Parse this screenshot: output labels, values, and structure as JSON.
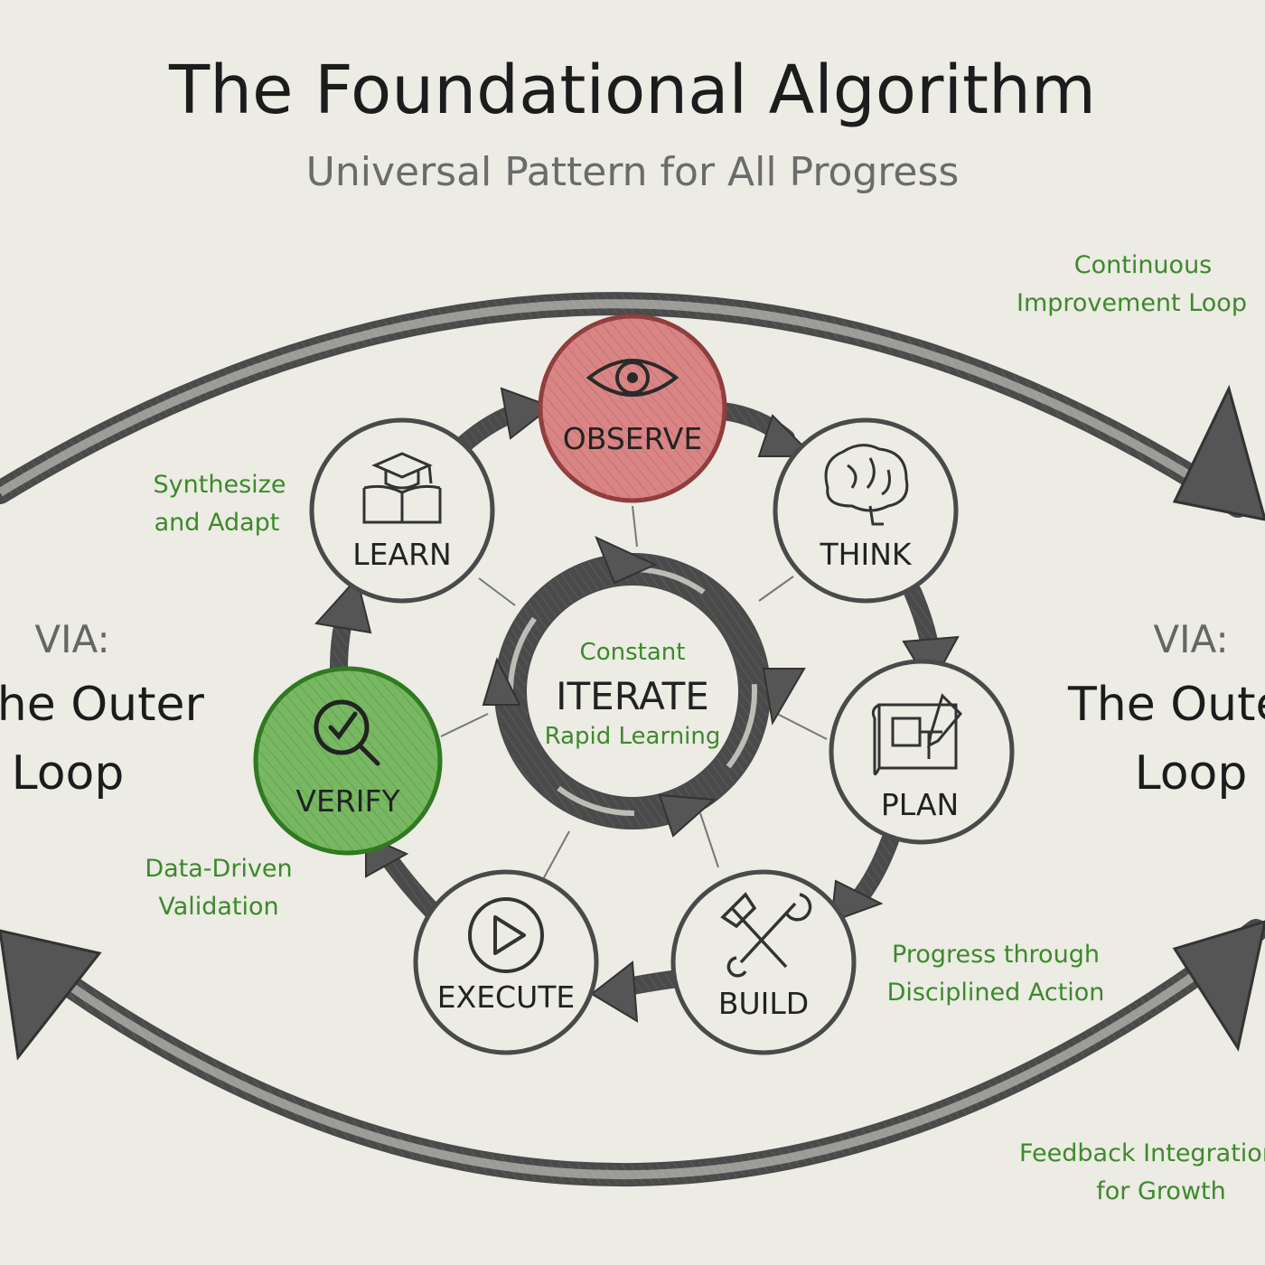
{
  "title": "The Foundational Algorithm",
  "subtitle": "Universal Pattern for All Progress",
  "nodes": {
    "observe": {
      "label": "OBSERVE",
      "icon": "eye-icon",
      "color": "#cf6e6e"
    },
    "think": {
      "label": "THINK",
      "icon": "brain-icon"
    },
    "plan": {
      "label": "PLAN",
      "icon": "blueprint-icon"
    },
    "build": {
      "label": "BUILD",
      "icon": "tools-icon"
    },
    "execute": {
      "label": "EXECUTE",
      "icon": "play-icon"
    },
    "verify": {
      "label": "VERIFY",
      "icon": "magnifier-check-icon",
      "color": "#5ea64a"
    },
    "learn": {
      "label": "LEARN",
      "icon": "graduation-cap-icon"
    }
  },
  "center": {
    "top": "Constant",
    "main": "ITERATE",
    "bottom": "Rapid Learning"
  },
  "notes": {
    "synthesize": [
      "Synthesize",
      "and Adapt"
    ],
    "data_driven": [
      "Data-Driven",
      "Validation"
    ],
    "progress": [
      "Progress through",
      "Disciplined Action"
    ],
    "continuous": [
      "Continuous",
      "Improvement Loop"
    ],
    "feedback": [
      "Feedback Integration",
      "for Growth"
    ]
  },
  "outer_left": {
    "via": "VIA:",
    "line1": "The Outer",
    "line2": "Loop"
  },
  "outer_right": {
    "via": "VIA:",
    "line1": "The Outer",
    "line2": "Loop"
  },
  "colors": {
    "background": "#ecebe4",
    "accent_green": "#3c8a2a",
    "observe_red": "#cf6e6e",
    "verify_green": "#5ea64a"
  }
}
